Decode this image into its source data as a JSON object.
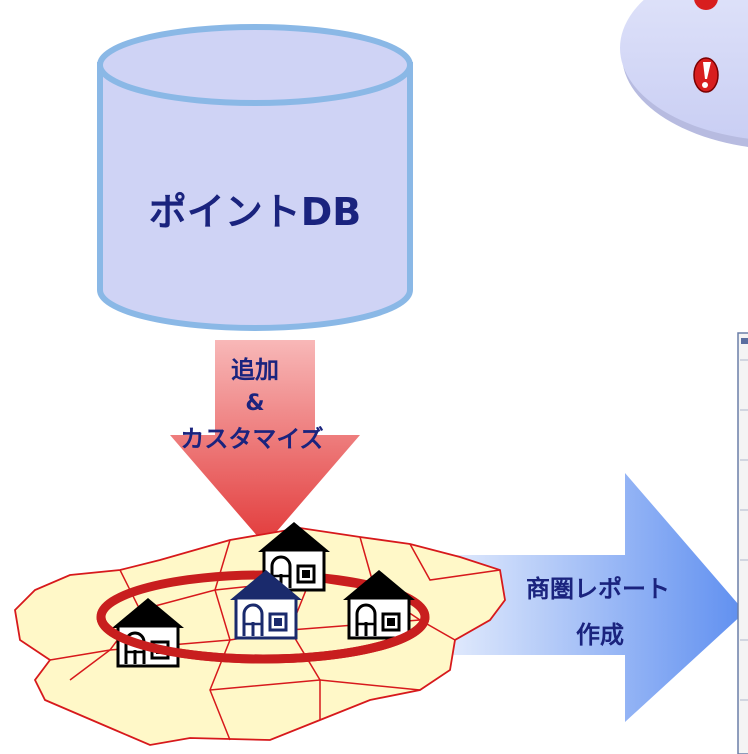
{
  "database": {
    "label": "ポイントDB"
  },
  "down_arrow": {
    "line1": "追加",
    "line2": "&",
    "line3": "カスタマイズ"
  },
  "right_arrow": {
    "line1": "商圏レポート",
    "line2": "作成"
  },
  "callout": {
    "icon": "exclamation-icon"
  },
  "houses": {
    "icon": "house-icon",
    "colors": [
      "#000000",
      "#000000",
      "#1a2a6c",
      "#000000"
    ]
  },
  "colors": {
    "db_fill": "#cfd3f5",
    "db_stroke": "#8ab8e6",
    "down_arrow_top": "#f8b8b8",
    "down_arrow_bottom": "#e23a3a",
    "right_arrow_left": "#ffffff",
    "right_arrow_right": "#5f8ff0",
    "map_fill": "#fff8c8",
    "map_stroke": "#d7191c",
    "ring": "#c81e1e",
    "label_color": "#1a237e"
  }
}
